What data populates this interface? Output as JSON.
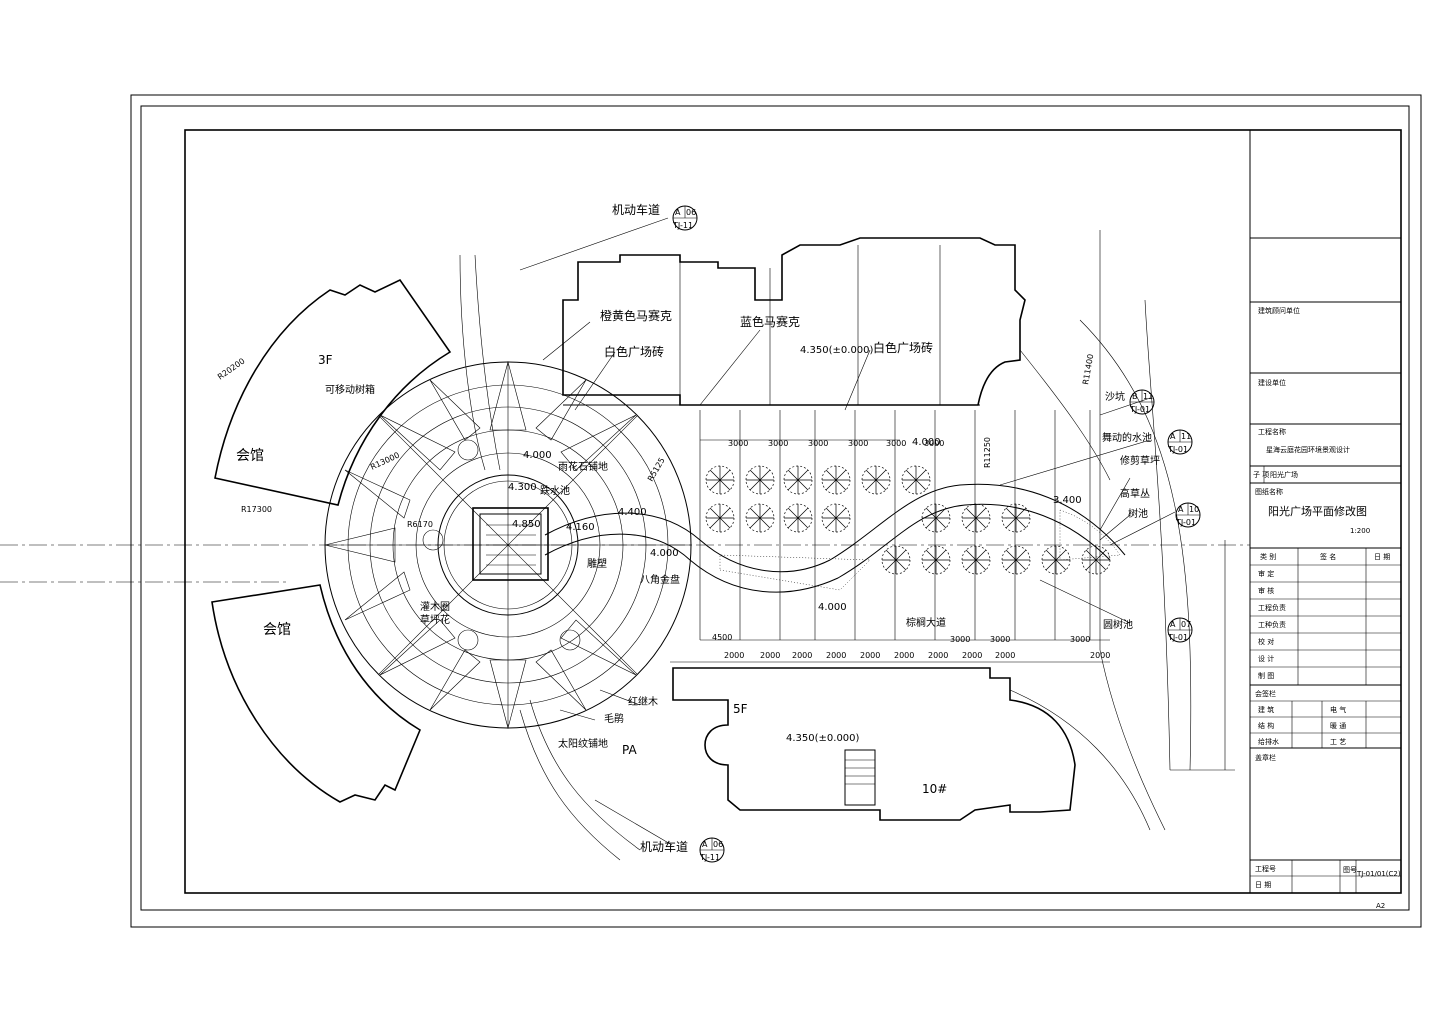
{
  "plan": {
    "labels": {
      "road_top": "机动车道",
      "road_bottom": "机动车道",
      "orange_mosaic": "橙黄色马赛克",
      "blue_mosaic": "蓝色马赛克",
      "white_tile_left": "白色广场砖",
      "white_tile_right": "白色广场砖",
      "clubhouse_top": "会馆",
      "clubhouse_bottom": "会馆",
      "floor_3f": "3F",
      "floor_5f": "5F",
      "movable_pool": "可移动树箱",
      "elev_top_bldg": "4.350(±0.000)",
      "elev_bottom_bldg": "4.350(±0.000)",
      "elev_4300": "4.300",
      "elev_4000_a": "4.000",
      "elev_4000_b": "4.000",
      "elev_4000_c": "4.000",
      "elev_4000_d": "4.000",
      "elev_4850": "4.850",
      "elev_4400": "4.400",
      "elev_4160": "4.160",
      "elev_3400": "3.400",
      "sandpit": "沙坑",
      "fountain_pool": "舞动的水池",
      "lawn": "修剪草坪",
      "tall_grass": "高草丛",
      "tree_pool": "树池",
      "tree_pool_round": "圆树池",
      "palm_avenue": "棕榈大道",
      "pebble_paving": "雨花石铺地",
      "water_feature": "跌水池",
      "octagon": "八角金盘",
      "sculpture": "雕塑",
      "shrub_ring": "灌木圈",
      "flower_bed": "草坪花",
      "red_shrub": "红继木",
      "hairy_rush": "毛鹃",
      "sun_paving": "太阳纹铺地",
      "pa": "PA",
      "bldg_no": "10#",
      "dim_r7300": "R17300",
      "dim_r20200": "R20200",
      "dim_r13000": "R13000",
      "dim_r6170": "R6170",
      "dim_r11250": "R11250",
      "dim_r11400": "R11400",
      "dim_r5125": "R5125"
    },
    "callouts": [
      {
        "id": "c1",
        "top": "A",
        "right": "06",
        "bottom": "TJ-11"
      },
      {
        "id": "c2",
        "top": "B",
        "right": "11",
        "bottom": "TJ-01"
      },
      {
        "id": "c3",
        "top": "A",
        "right": "11",
        "bottom": "TJ-01"
      },
      {
        "id": "c4",
        "top": "A",
        "right": "10",
        "bottom": "TJ-01"
      },
      {
        "id": "c5",
        "top": "A",
        "right": "07",
        "bottom": "TJ-01"
      },
      {
        "id": "c6",
        "top": "A",
        "right": "06",
        "bottom": "TJ-11"
      }
    ],
    "dims_top": [
      "3000",
      "3000",
      "3000",
      "3000",
      "3000",
      "3000"
    ],
    "dims_bottom": [
      "4500",
      "2000",
      "2000",
      "2000",
      "2000",
      "2000",
      "2000",
      "2000",
      "2000",
      "2000",
      "3000",
      "3000",
      "3000",
      "2000"
    ]
  },
  "title_block": {
    "design_consult": "建筑顾问单位",
    "client": "建设单位",
    "project_label": "工程名称",
    "project_name": "星海云庭花园环境景观设计",
    "sub_item_label": "子  项",
    "sub_item": "阳光广场",
    "drawing_name_label": "图纸名称",
    "drawing_name": "阳光广场平面修改图",
    "scale": "1:200",
    "sign_header": [
      "类 别",
      "签 名",
      "日 期"
    ],
    "sign_rows": [
      "审 定",
      "审 核",
      "工程负责",
      "工种负责",
      "校 对",
      "设 计",
      "制 图"
    ],
    "cosign_label": "会签栏",
    "cosign_rows": [
      [
        "建 筑",
        "电 气"
      ],
      [
        "结 构",
        "暖 通"
      ],
      [
        "给排水",
        "工 艺"
      ]
    ],
    "seal_label": "盖章栏",
    "project_no_label": "工程号",
    "date_label": "日 期",
    "drawing_no_label": "图号",
    "drawing_no": "TJ-01/01(C2)",
    "sheet_size": "A2"
  }
}
